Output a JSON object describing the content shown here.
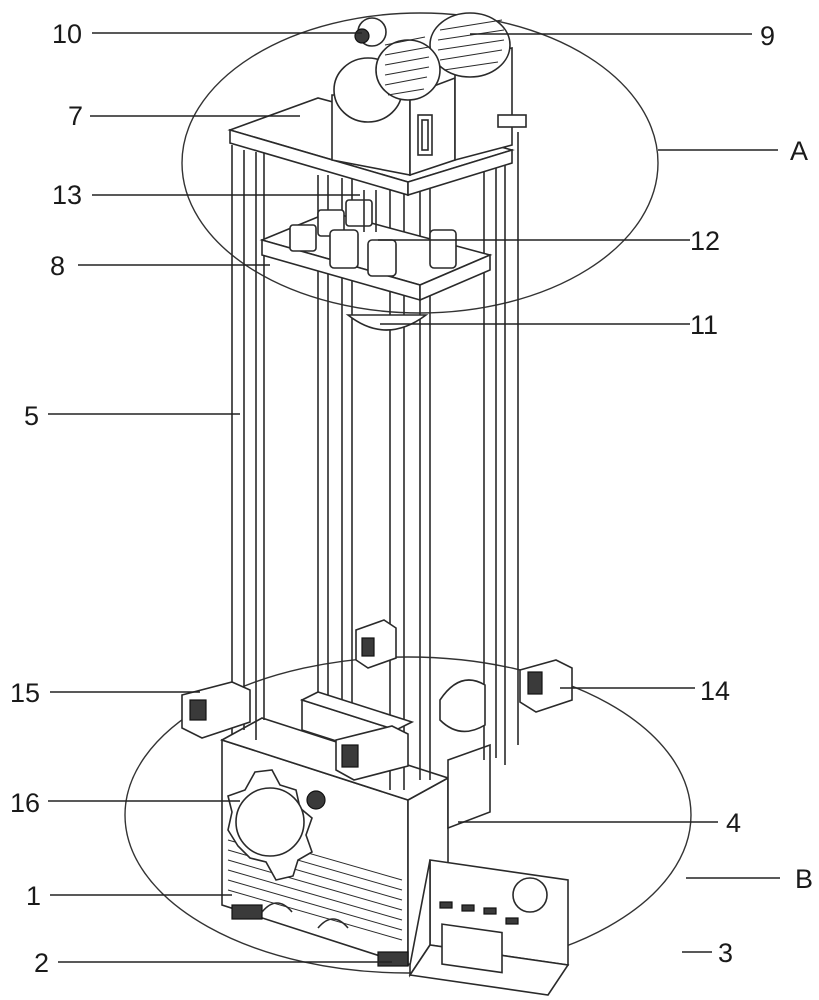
{
  "labels": {
    "n1": "1",
    "n2": "2",
    "n3": "3",
    "n4": "4",
    "n5": "5",
    "n7": "7",
    "n8": "8",
    "n9": "9",
    "n10": "10",
    "n11": "11",
    "n12": "12",
    "n13": "13",
    "n14": "14",
    "n15": "15",
    "n16": "16",
    "region_a": "A",
    "region_b": "B"
  }
}
